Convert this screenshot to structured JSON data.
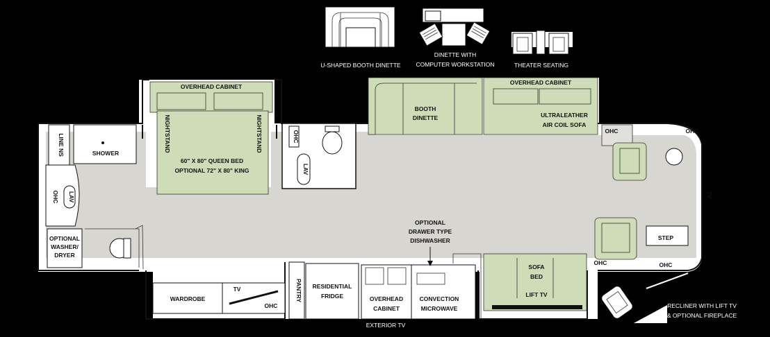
{
  "options": {
    "u_booth": "U-SHAPED BOOTH DINETTE",
    "dinette_computer_1": "DINETTE WITH",
    "dinette_computer_2": "COMPUTER WORKSTATION",
    "theater": "THEATER SEATING"
  },
  "rooms": {
    "line_ns": "LINE NS",
    "shower": "SHOWER",
    "ohc": "OHC",
    "lav": "LAV",
    "washer_1": "OPTIONAL",
    "washer_2": "WASHER/",
    "washer_3": "DRYER",
    "overhead_cabinet": "OVERHEAD CABINET",
    "nightstand": "NIGHTSTAND",
    "bed_1": "60\" X 80\" QUEEN BED",
    "bed_2": "OPTIONAL 72\" X 80\" KING",
    "wardrobe": "WARDROBE",
    "tv": "TV",
    "pantry": "PANTRY",
    "fridge_1": "RESIDENTIAL",
    "fridge_2": "FRIDGE",
    "oc_1": "OVERHEAD",
    "oc_2": "CABINET",
    "micro_1": "CONVECTION",
    "micro_2": "MICROWAVE",
    "dish_1": "OPTIONAL",
    "dish_2": "DRAWER TYPE",
    "dish_3": "DISHWASHER",
    "booth_1": "BOOTH",
    "booth_2": "DINETTE",
    "sofa_1": "ULTRALEATHER",
    "sofa_2": "AIR COIL SOFA",
    "sofabed_1": "SOFA",
    "sofabed_2": "BED",
    "lift_tv": "LIFT TV",
    "step": "STEP",
    "exterior_tv": "EXTERIOR TV",
    "recliner_1": "RECLINER WITH LIFT TV",
    "recliner_2": "& OPTIONAL FIREPLACE"
  }
}
